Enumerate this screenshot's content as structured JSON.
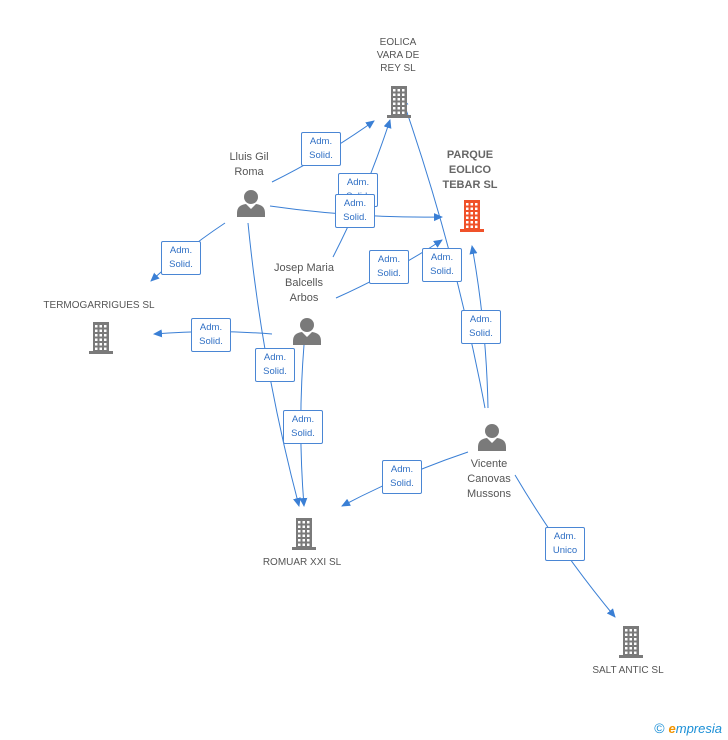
{
  "colors": {
    "edge": "#3a7fd5",
    "person": "#7a7a7a",
    "company": "#7a7a7a",
    "focus_company": "#f0522a"
  },
  "nodes": {
    "eolica": {
      "label": "EOLICA\nVARA DE\nREY SL",
      "type": "company",
      "icon": "building-icon"
    },
    "parque": {
      "label": "PARQUE\nEOLICO\nTEBAR SL",
      "type": "focus-company",
      "icon": "building-icon"
    },
    "lluis": {
      "label": "Lluis Gil\nRoma",
      "type": "person",
      "icon": "person-icon"
    },
    "josep": {
      "label": "Josep Maria\nBalcells\nArbos",
      "type": "person",
      "icon": "person-icon"
    },
    "termo": {
      "label": "TERMOGARRIGUES SL",
      "type": "company",
      "icon": "building-icon"
    },
    "vicente": {
      "label": "Vicente\nCanovas\nMussons",
      "type": "person",
      "icon": "person-icon"
    },
    "romuar": {
      "label": "ROMUAR XXI SL",
      "type": "company",
      "icon": "building-icon"
    },
    "salt": {
      "label": "SALT ANTIC SL",
      "type": "company",
      "icon": "building-icon"
    }
  },
  "relations": [
    {
      "label": "Adm.\nSolid."
    },
    {
      "label": "Adm.\nSolid."
    },
    {
      "label": "Adm.\nSolid."
    },
    {
      "label": "Adm.\nSolid."
    },
    {
      "label": "Adm.\nSolid."
    },
    {
      "label": "Adm.\nSolid."
    },
    {
      "label": "Adm.\nSolid."
    },
    {
      "label": "Adm.\nSolid."
    },
    {
      "label": "Adm.\nSolid."
    },
    {
      "label": "Adm.\nSolid."
    },
    {
      "label": "Adm.\nSolid."
    },
    {
      "label": "Adm.\nUnico"
    }
  ],
  "footer": {
    "copyright": "©",
    "brand_first": "e",
    "brand_rest": "mpresia"
  }
}
